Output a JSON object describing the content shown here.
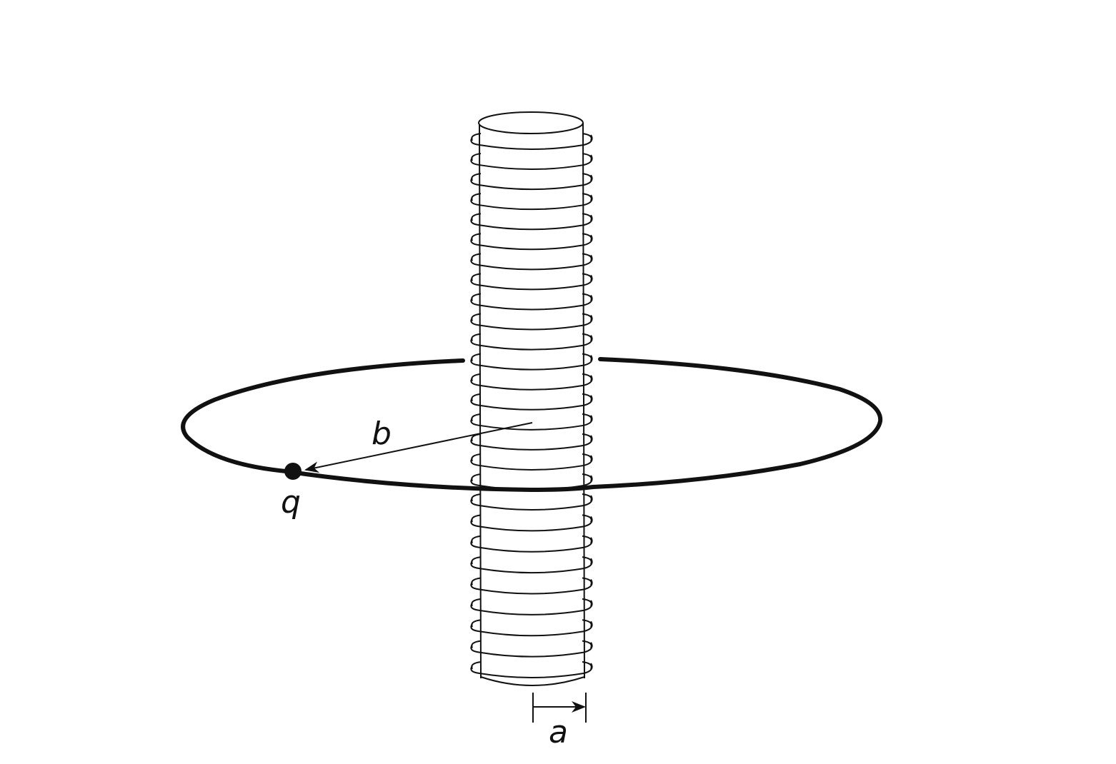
{
  "labels": {
    "radius_inner": "a",
    "radius_outer": "b",
    "charge": "q"
  },
  "solenoid": {
    "turns_above_ring": 18,
    "turns_below_ring": 9
  },
  "colors": {
    "ink": "#111111",
    "background": "#ffffff"
  }
}
